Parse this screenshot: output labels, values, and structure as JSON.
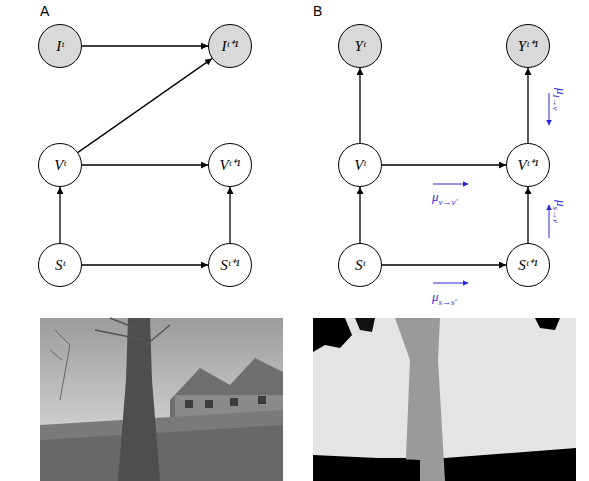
{
  "diagram": {
    "nodes": [
      {
        "text": [
          "Iᵗ"
        ]
      },
      {
        "text": [
          "Iᵗ⁺¹"
        ]
      },
      {
        "text": [
          "Vᵗ"
        ]
      },
      {
        "text": [
          "Vᵗ⁺¹"
        ]
      },
      {
        "text": [
          "Sᵗ"
        ]
      },
      {
        "text": [
          "Sᵗ⁺¹"
        ]
      },
      {
        "text": [
          "Yᵗ"
        ]
      },
      {
        "text": [
          "Yᵗ⁺¹"
        ]
      },
      {
        "text": [
          "Vᵗ"
        ]
      },
      {
        "text": [
          "Vᵗ⁺¹"
        ]
      },
      {
        "text": [
          "Sᵗ"
        ]
      },
      {
        "text": [
          "Sᵗ⁺¹"
        ]
      }
    ],
    "edges": [
      {
        "from": 0,
        "to": 1,
        "arrow": "to"
      },
      {
        "from": 2,
        "to": 1,
        "arrow": "to"
      },
      {
        "from": 2,
        "to": 3,
        "arrow": "to"
      },
      {
        "from": 4,
        "to": 2,
        "arrow": "to"
      },
      {
        "from": 4,
        "to": 5,
        "arrow": "to"
      },
      {
        "from": 5,
        "to": 3,
        "arrow": "to"
      },
      {
        "from": 8,
        "to": 6,
        "arrow": "to"
      },
      {
        "from": 9,
        "to": 7,
        "arrow": "to"
      },
      {
        "from": 8,
        "to": 9,
        "arrow": "to"
      },
      {
        "from": 10,
        "to": 8,
        "arrow": "to"
      },
      {
        "from": 10,
        "to": 11,
        "arrow": "to"
      },
      {
        "from": 11,
        "to": 9,
        "arrow": "to"
      }
    ],
    "labels": [
      "A",
      "B",
      "μI→v",
      "μv→v′",
      "μs→v",
      "μs→s′"
    ]
  }
}
